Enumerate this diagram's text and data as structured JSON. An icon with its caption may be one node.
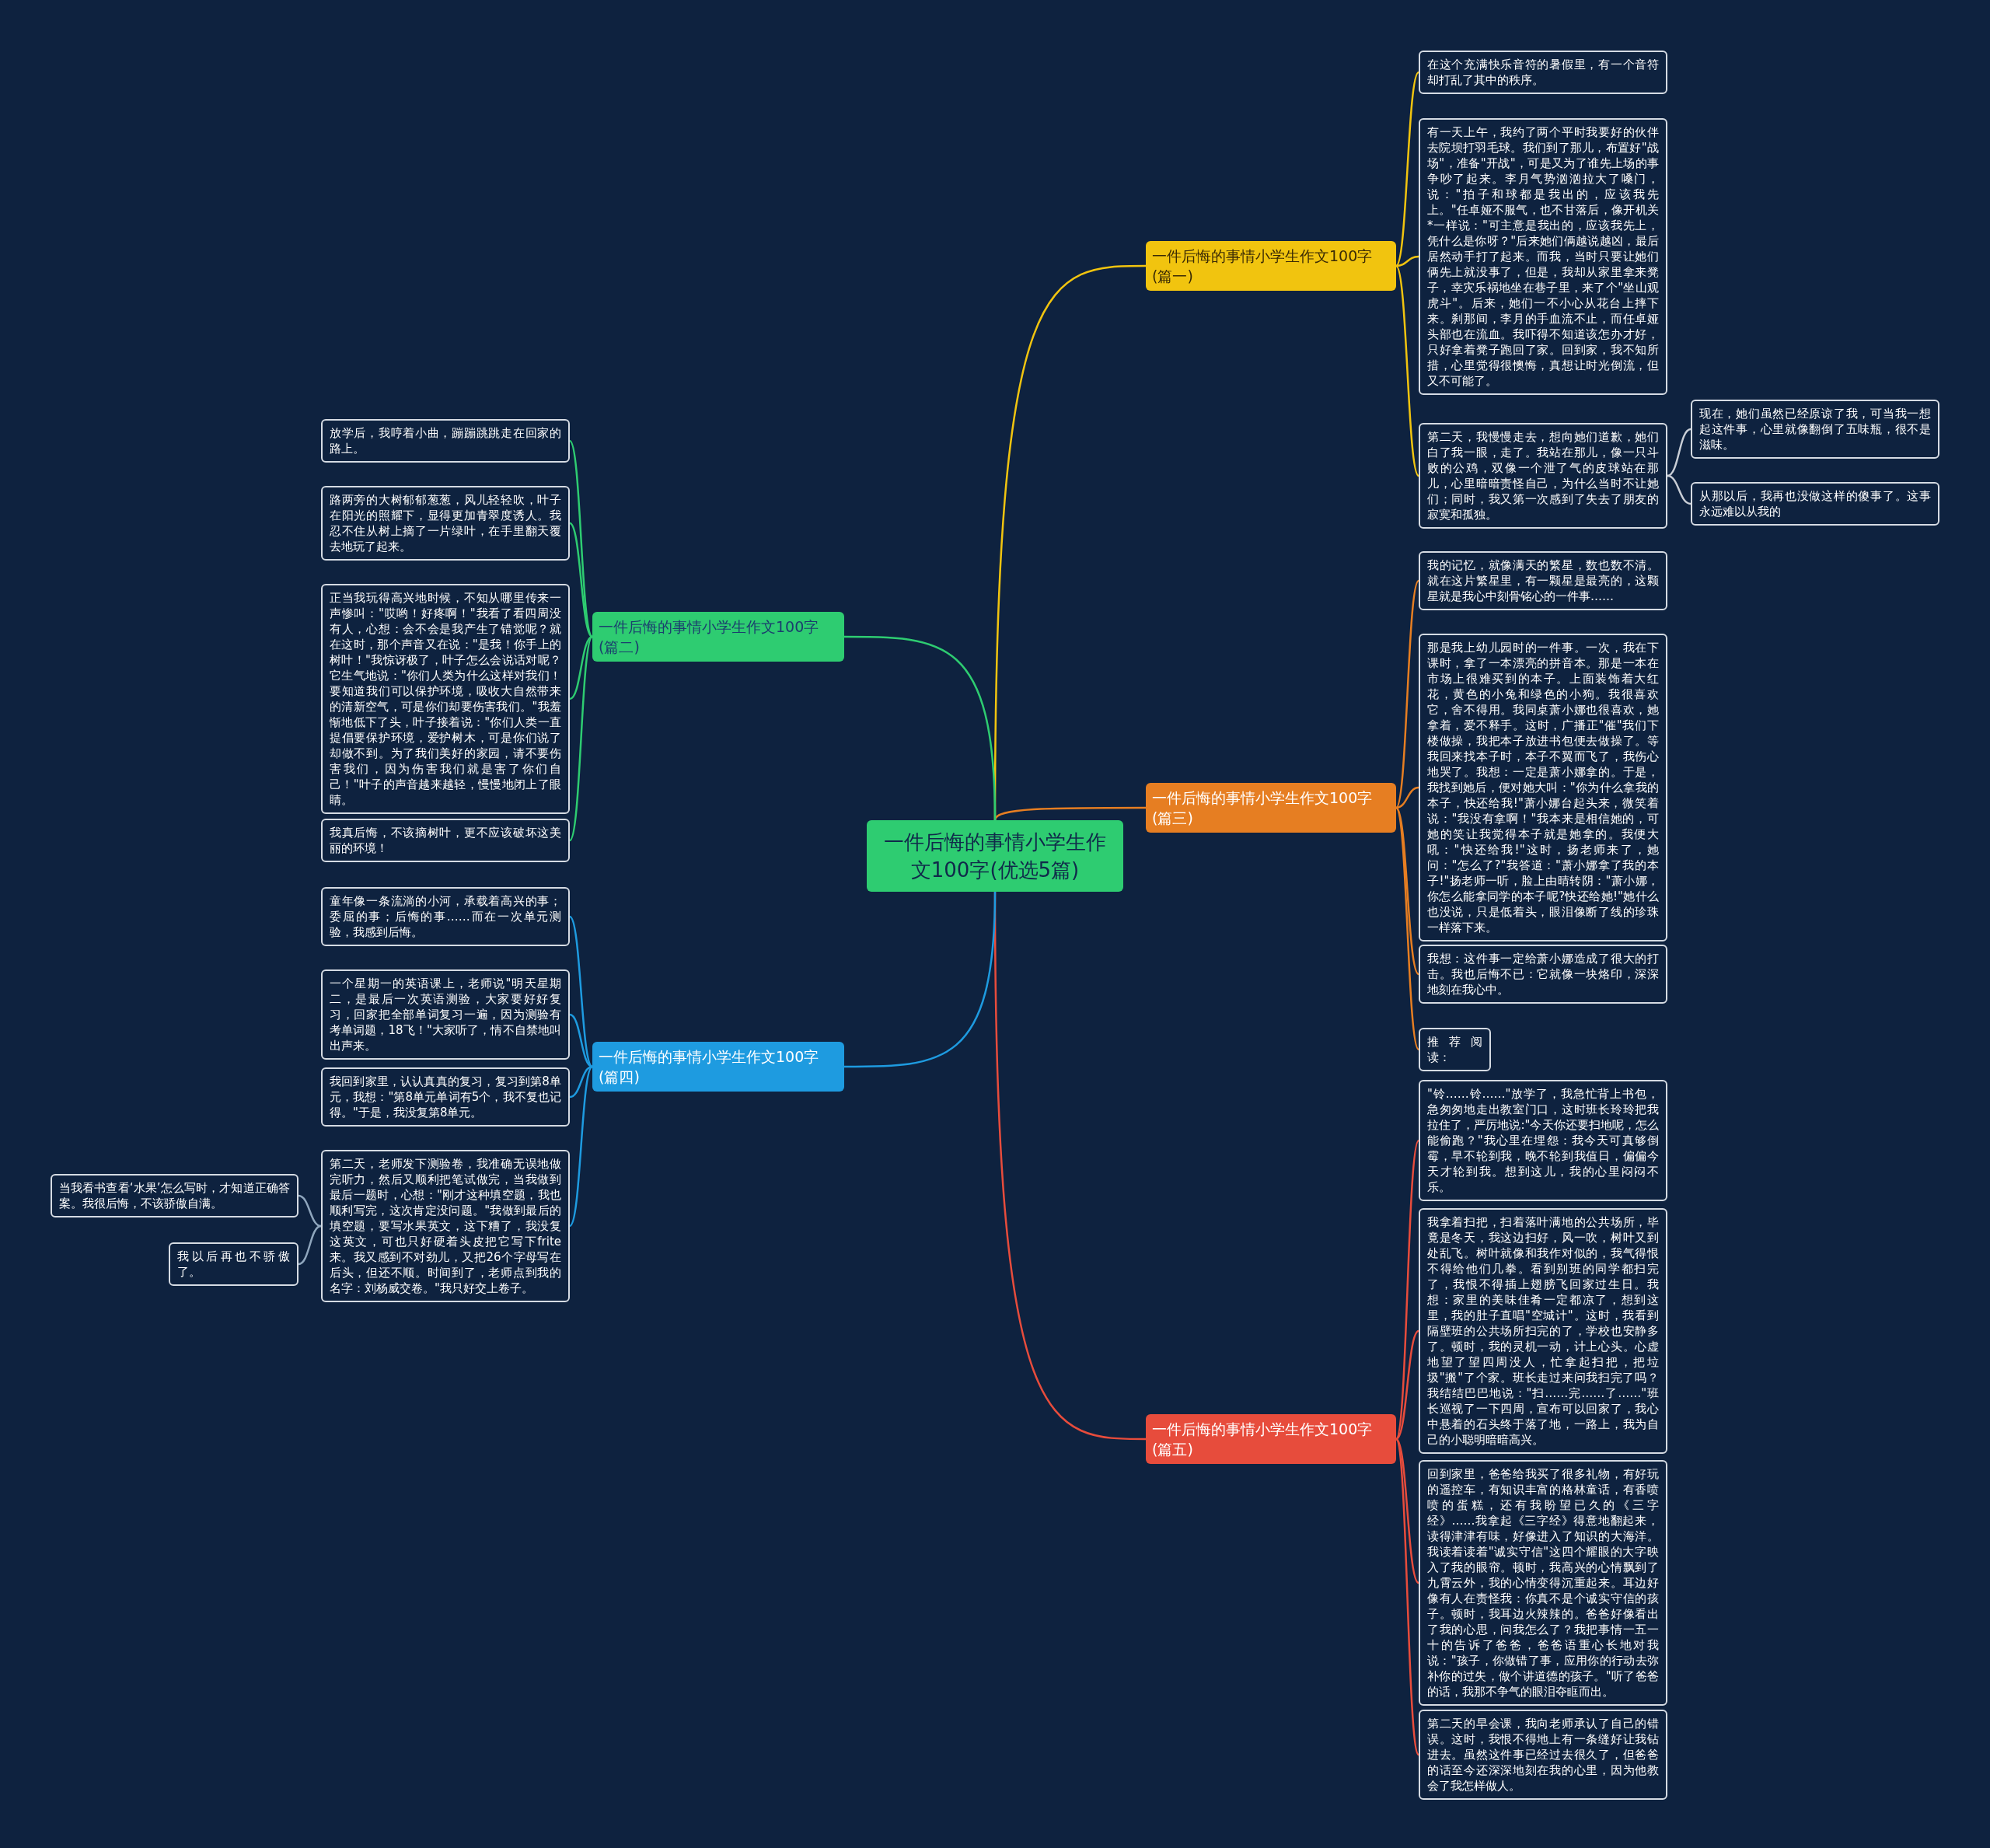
{
  "diagram": {
    "nodes": [
      {
        "text": [
          "一件后悔的事情小学生作文100字(优选5篇)"
        ]
      },
      {
        "text": [
          "一件后悔的事情小学生作文100字(篇一)"
        ]
      },
      {
        "text": [
          "在这个充满快乐音符的暑假里，有一个音符却打乱了其中的秩序。"
        ]
      },
      {
        "text": [
          "有一天上午，我约了两个平时我要好的伙伴去院坝打羽毛球。我们到了那儿，布置好\"战场\"，准备\"开战\"，可是又为了谁先上场的事争吵了起来。李月气势汹汹拉大了嗓门，说：\"拍子和球都是我出的，应该我先上。\"任卓娅不服气，也不甘落后，像开机关*一样说：\"可主意是我出的，应该我先上，凭什么是你呀？\"后来她们俩越说越凶，最后居然动手打了起来。而我，当时只要让她们俩先上就没事了，但是，我却从家里拿来凳子，幸灾乐祸地坐在巷子里，来了个\"坐山观虎斗\"。后来，她们一不小心从花台上摔下来。刹那间，李月的手血流不止，而任卓娅头部也在流血。我吓得不知道该怎办才好，只好拿着凳子跑回了家。回到家，我不知所措，心里觉得很懊悔，真想让时光倒流，但又不可能了。"
        ]
      },
      {
        "text": [
          "第二天，我慢慢走去，想向她们道歉，她们白了我一眼，走了。我站在那儿，像一只斗败的公鸡，双像一个泄了气的皮球站在那儿，心里暗暗责怪自己，为什么当时不让她们；同时，我又第一次感到了失去了朋友的寂寞和孤独。"
        ]
      },
      {
        "text": [
          "现在，她们虽然已经原谅了我，可当我一想起这件事，心里就像翻倒了五味瓶，很不是滋味。"
        ]
      },
      {
        "text": [
          "从那以后，我再也没做这样的傻事了。这事永远难以从我的"
        ]
      },
      {
        "text": [
          "一件后悔的事情小学生作文100字(篇三)"
        ]
      },
      {
        "text": [
          "我的记忆，就像满天的繁星，数也数不清。就在这片繁星里，有一颗星是最亮的，这颗星就是我心中刻骨铭心的一件事……"
        ]
      },
      {
        "text": [
          "那是我上幼儿园时的一件事。一次，我在下课时，拿了一本漂亮的拼音本。那是一本在市场上很难买到的本子。上面装饰着大红花，黄色的小兔和绿色的小狗。我很喜欢它，舍不得用。我同桌萧小娜也很喜欢，她拿着，爱不释手。这时，广播正\"催\"我们下楼做操，我把本子放进书包便去做操了。等我回来找本子时，本子不翼而飞了，我伤心地哭了。我想：一定是萧小娜拿的。于是，我找到她后，便对她大叫：\"你为什么拿我的本子，快还给我!\"萧小娜台起头来，微笑着说：\"我没有拿啊！\"我本来是相信她的，可她的笑让我觉得本子就是她拿的。我便大吼：\"快还给我!\"这时，扬老师来了，她问：\"怎么了?\"我答道：\"萧小娜拿了我的本子!\"扬老师一听，脸上由晴转阴：\"萧小娜，你怎么能拿同学的本子呢?快还给她!\"她什么也没说，只是低着头，眼泪像断了线的珍珠一样落下来。"
        ]
      },
      {
        "text": [
          "我想：这件事一定给萧小娜造成了很大的打击。我也后悔不已：它就像一块烙印，深深地刻在我心中。"
        ]
      },
      {
        "text": [
          "推荐阅读："
        ]
      },
      {
        "text": [
          "一件后悔的事情小学生作文100字(篇五)"
        ]
      },
      {
        "text": [
          "\"铃……铃……\"放学了，我急忙背上书包，急匆匆地走出教室门口，这时班长玲玲把我拉住了，严厉地说:\"今天你还要扫地呢，怎么能偷跑？\"我心里在埋怨：我今天可真够倒霉，早不轮到我，晚不轮到我值日，偏偏今天才轮到我。想到这儿，我的心里闷闷不乐。"
        ]
      },
      {
        "text": [
          "我拿着扫把，扫着落叶满地的公共场所，毕竟是冬天，我这边扫好，风一吹，树叶又到处乱飞。树叶就像和我作对似的，我气得恨不得给他们几拳。看到别班的同学都扫完了，我恨不得插上翅膀飞回家过生日。我想：家里的美味佳肴一定都凉了，想到这里，我的肚子直唱\"空城计\"。这时，我看到隔壁班的公共场所扫完的了，学校也安静多了。顿时，我的灵机一动，计上心头。心虚地望了望四周没人，忙拿起扫把，把垃圾\"搬\"了个家。班长走过来问我扫完了吗？我结结巴巴地说：\"扫……完……了……\"班长巡视了一下四周，宣布可以回家了，我心中悬着的石头终于落了地，一路上，我为自己的小聪明暗暗高兴。"
        ]
      },
      {
        "text": [
          "回到家里，爸爸给我买了很多礼物，有好玩的遥控车，有知识丰富的格林童话，有香喷喷的蛋糕，还有我盼望已久的《三字经》……我拿起《三字经》得意地翻起来，读得津津有味，好像进入了知识的大海洋。我读着读着\"诚实守信\"这四个耀眼的大字映入了我的眼帘。顿时，我高兴的心情飘到了九霄云外，我的心情变得沉重起来。耳边好像有人在责怪我：你真不是个诚实守信的孩子。顿时，我耳边火辣辣的。爸爸好像看出了我的心思，问我怎么了？我把事情一五一十的告诉了爸爸，爸爸语重心长地对我说：\"孩子，你做错了事，应用你的行动去弥补你的过失，做个讲道德的孩子。\"听了爸爸的话，我那不争气的眼泪夺眶而出。"
        ]
      },
      {
        "text": [
          "第二天的早会课，我向老师承认了自己的错误。这时，我恨不得地上有一条缝好让我钻进去。虽然这件事已经过去很久了，但爸爸的话至今还深深地刻在我的心里，因为他教会了我怎样做人。"
        ]
      },
      {
        "text": [
          "一件后悔的事情小学生作文100字(篇二)"
        ]
      },
      {
        "text": [
          "放学后，我哼着小曲，蹦蹦跳跳走在回家的路上。"
        ]
      },
      {
        "text": [
          "路两旁的大树郁郁葱葱，风儿轻轻吹，叶子在阳光的照耀下，显得更加青翠度诱人。我忍不住从树上摘了一片绿叶，在手里翻天覆去地玩了起来。"
        ]
      },
      {
        "text": [
          "正当我玩得高兴地时候，不知从哪里传来一声惨叫：\"哎哟！好疼啊！\"我看了看四周没有人，心想：会不会是我产生了错觉呢？就在这时，那个声音又在说：\"是我！你手上的树叶！\"我惊讶极了，叶子怎么会说话对呢？它生气地说：\"你们人类为什么这样对我们！要知道我们可以保护环境，吸收大自然带来的清新空气，可是你们却要伤害我们。\"我羞惭地低下了头，叶子接着说：\"你们人类一直提倡要保护环境，爱护树木，可是你们说了却做不到。为了我们美好的家园，请不要伤害我们，因为伤害我们就是害了你们自己！\"叶子的声音越来越轻，慢慢地闭上了眼睛。"
        ]
      },
      {
        "text": [
          "我真后悔，不该摘树叶，更不应该破坏这美丽的环境！"
        ]
      },
      {
        "text": [
          "一件后悔的事情小学生作文100字(篇四)"
        ]
      },
      {
        "text": [
          "童年像一条流淌的小河，承载着高兴的事；委屈的事；后悔的事……而在一次单元测验，我感到后悔。"
        ]
      },
      {
        "text": [
          "一个星期一的英语课上，老师说\"明天星期二，是最后一次英语测验，大家要好好复习，回家把全部单词复习一遍，因为测验有考单词题，18飞！\"大家听了，情不自禁地叫出声来。"
        ]
      },
      {
        "text": [
          "我回到家里，认认真真的复习，复习到第8单元，我想：\"第8单元单词有5个，我不复也记得。\"于是，我没复第8单元。"
        ]
      },
      {
        "text": [
          "第二天，老师发下测验卷，我准确无误地做完听力，然后又顺利把笔试做完，当我做到最后一题时，心想：\"刚才这种填空题，我也顺利写完，这次肯定没问题。\"我做到最后的填空题，要写水果英文，这下糟了，我没复这英文，可也只好硬着头皮把它写下frite来。我又感到不对劲儿，又把26个字母写在后头，但还不顺。时间到了，老师点到我的名字：刘杨威交卷。\"我只好交上卷子。"
        ]
      },
      {
        "text": [
          "当我看书查看‘水果’怎么写时，才知道正确答案。我很后悔，不该骄傲自满。"
        ]
      },
      {
        "text": [
          "我以后再也不骄傲了。"
        ]
      }
    ],
    "edges": [
      {
        "from": 0,
        "to": 1,
        "arrow": "none",
        "color": "#f1c40f"
      },
      {
        "from": 1,
        "to": 2,
        "arrow": "none",
        "color": "#f1c40f"
      },
      {
        "from": 1,
        "to": 3,
        "arrow": "none",
        "color": "#f1c40f"
      },
      {
        "from": 1,
        "to": 4,
        "arrow": "none",
        "color": "#f1c40f"
      },
      {
        "from": 4,
        "to": 5,
        "arrow": "none",
        "color": "#c9ced6"
      },
      {
        "from": 4,
        "to": 6,
        "arrow": "none",
        "color": "#c9ced6"
      },
      {
        "from": 0,
        "to": 7,
        "arrow": "none",
        "color": "#e67e22"
      },
      {
        "from": 7,
        "to": 8,
        "arrow": "none",
        "color": "#e67e22"
      },
      {
        "from": 7,
        "to": 9,
        "arrow": "none",
        "color": "#e67e22"
      },
      {
        "from": 7,
        "to": 10,
        "arrow": "none",
        "color": "#e67e22"
      },
      {
        "from": 7,
        "to": 11,
        "arrow": "none",
        "color": "#e67e22"
      },
      {
        "from": 0,
        "to": 12,
        "arrow": "none",
        "color": "#e74c3c"
      },
      {
        "from": 12,
        "to": 13,
        "arrow": "none",
        "color": "#e74c3c"
      },
      {
        "from": 12,
        "to": 14,
        "arrow": "none",
        "color": "#e74c3c"
      },
      {
        "from": 12,
        "to": 15,
        "arrow": "none",
        "color": "#e74c3c"
      },
      {
        "from": 12,
        "to": 16,
        "arrow": "none",
        "color": "#e74c3c"
      },
      {
        "from": 0,
        "to": 17,
        "arrow": "none",
        "color": "#2ecc71"
      },
      {
        "from": 17,
        "to": 18,
        "arrow": "none",
        "color": "#2ecc71"
      },
      {
        "from": 17,
        "to": 19,
        "arrow": "none",
        "color": "#2ecc71"
      },
      {
        "from": 17,
        "to": 20,
        "arrow": "none",
        "color": "#2ecc71"
      },
      {
        "from": 17,
        "to": 21,
        "arrow": "none",
        "color": "#2ecc71"
      },
      {
        "from": 0,
        "to": 22,
        "arrow": "none",
        "color": "#1e9be0"
      },
      {
        "from": 22,
        "to": 23,
        "arrow": "none",
        "color": "#1e9be0"
      },
      {
        "from": 22,
        "to": 24,
        "arrow": "none",
        "color": "#1e9be0"
      },
      {
        "from": 22,
        "to": 25,
        "arrow": "none",
        "color": "#1e9be0"
      },
      {
        "from": 22,
        "to": 26,
        "arrow": "none",
        "color": "#1e9be0"
      },
      {
        "from": 26,
        "to": 27,
        "arrow": "none",
        "color": "#8fa6bd"
      },
      {
        "from": 26,
        "to": 28,
        "arrow": "none",
        "color": "#8fa6bd"
      }
    ]
  }
}
